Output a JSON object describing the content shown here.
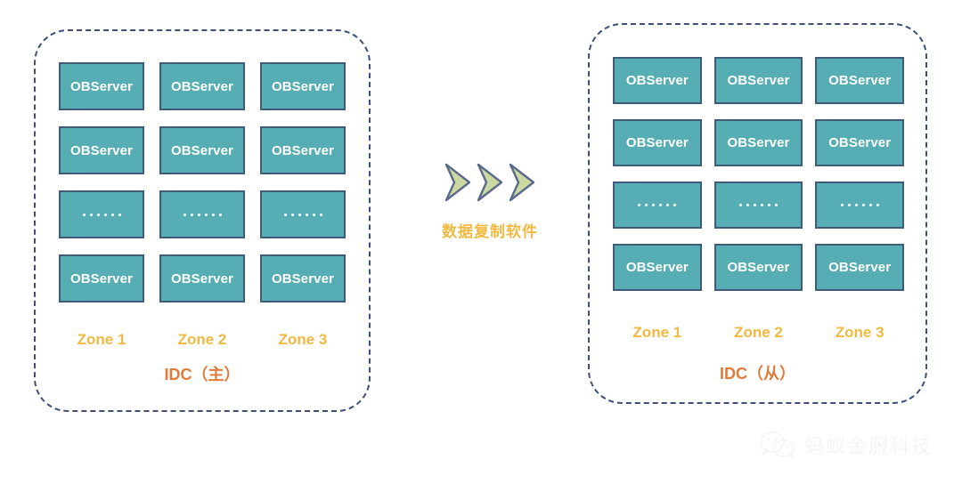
{
  "diagram": {
    "title": "OceanBase IDC primary-standby replication topology",
    "colors": {
      "node_fill": "#56adb4",
      "node_border": "#3f5b78",
      "panel_border": "#3f4f76",
      "zone_label": "#f0b942",
      "idc_label": "#e07b39",
      "chevron_fill": "#cdd9a3",
      "chevron_stroke": "#5a6b8c",
      "background": "#ffffff",
      "watermark": "#ececec"
    },
    "panels": [
      {
        "id": "idc-primary",
        "caption": "IDC（主）",
        "zones": [
          "Zone 1",
          "Zone 2",
          "Zone 3"
        ],
        "rows": [
          {
            "type": "node",
            "cells": [
              "OBServer",
              "OBServer",
              "OBServer"
            ]
          },
          {
            "type": "node",
            "cells": [
              "OBServer",
              "OBServer",
              "OBServer"
            ]
          },
          {
            "type": "ellipsis",
            "cells": [
              "......",
              "......",
              "......"
            ]
          },
          {
            "type": "node",
            "cells": [
              "OBServer",
              "OBServer",
              "OBServer"
            ]
          }
        ]
      },
      {
        "id": "idc-standby",
        "caption": "IDC（从）",
        "zones": [
          "Zone 1",
          "Zone 2",
          "Zone 3"
        ],
        "rows": [
          {
            "type": "node",
            "cells": [
              "OBServer",
              "OBServer",
              "OBServer"
            ]
          },
          {
            "type": "node",
            "cells": [
              "OBServer",
              "OBServer",
              "OBServer"
            ]
          },
          {
            "type": "ellipsis",
            "cells": [
              "......",
              "......",
              "......"
            ]
          },
          {
            "type": "node",
            "cells": [
              "OBServer",
              "OBServer",
              "OBServer"
            ]
          }
        ]
      }
    ],
    "replication": {
      "label": "数据复制软件",
      "arrow_count": 3,
      "direction": "left-to-right"
    },
    "watermark": {
      "text": "蚂蚁金服科技",
      "icon": "wechat-logo"
    }
  }
}
